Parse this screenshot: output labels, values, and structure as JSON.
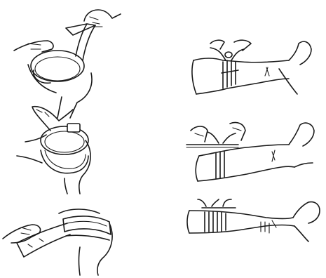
{
  "figure": {
    "panels": [
      {
        "id": "belt-loop-thread",
        "column": "left",
        "row": 1
      },
      {
        "id": "belt-wrap-knee",
        "column": "left",
        "row": 2
      },
      {
        "id": "belt-pull-tight",
        "column": "left",
        "row": 3
      },
      {
        "id": "bandage-tie-arm",
        "column": "right",
        "row": 1
      },
      {
        "id": "stick-windlass-twist",
        "column": "right",
        "row": 2
      },
      {
        "id": "windlass-secured",
        "column": "right",
        "row": 3
      }
    ],
    "colors": {
      "ink": "#1a1a1a",
      "background": "#ffffff"
    }
  }
}
